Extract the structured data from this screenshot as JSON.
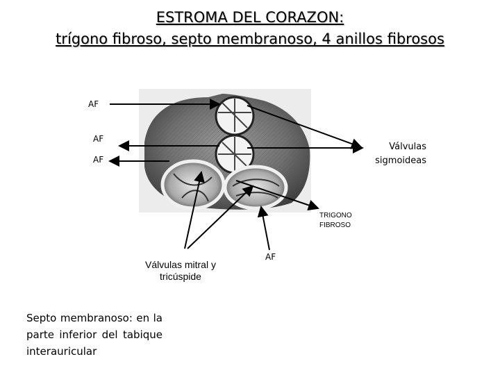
{
  "title": {
    "line1": "ESTROMA DEL CORAZON:",
    "line2": "trígono fibroso, septo membranoso, 4 anillos fibrosos"
  },
  "labels": {
    "af_top": "AF",
    "af_middle": "AF",
    "af_lower": "AF",
    "valvulas_sigmoideas_line1": "Válvulas",
    "valvulas_sigmoideas_line2": "sigmoideas",
    "trigono_line1": "TRIGONO",
    "trigono_line2": "FIBROSO",
    "mitral_line1": "Válvulas mitral y",
    "mitral_line2": "tricúspide",
    "af_bottom": "AF"
  },
  "note": {
    "bold_term": "Septo membranoso",
    "text": ": en la parte inferior del tabique interauricular"
  }
}
